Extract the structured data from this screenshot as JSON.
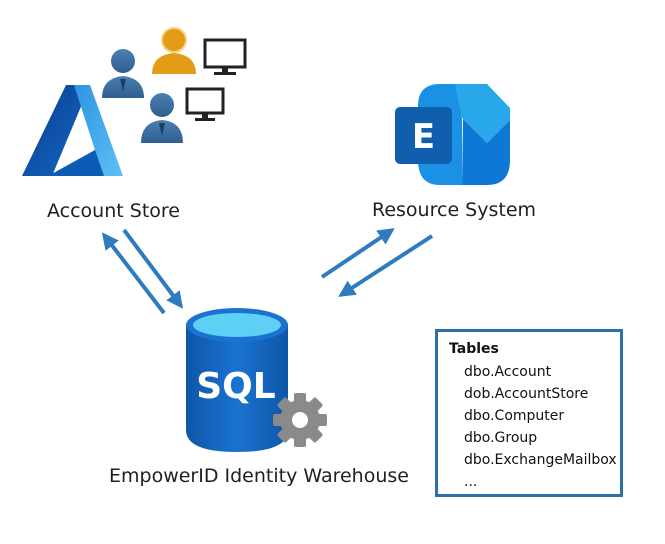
{
  "diagram": {
    "account_store_label": "Account Store",
    "resource_system_label": "Resource System",
    "warehouse_label": "EmpowerID Identity Warehouse",
    "sql_label": "SQL",
    "exchange_letter": "E",
    "colors": {
      "arrow": "#2e7bbf",
      "azure_dark": "#0b4f9c",
      "azure_light": "#3aa0e6",
      "sql_blue": "#1668c4",
      "exchange_blue": "#1a8fdf",
      "user_blue": "#3c6e9e",
      "user_orange": "#e49b17",
      "gear_gray": "#8a8a8a"
    },
    "icons": [
      "azure-logo-icon",
      "user-icon",
      "monitor-icon",
      "exchange-logo-icon",
      "sql-database-icon",
      "gear-icon"
    ]
  },
  "tables": {
    "title": "Tables",
    "items": [
      "dbo.Account",
      "dob.AccountStore",
      "dbo.Computer",
      "dbo.Group",
      "dbo.ExchangeMailbox",
      "..."
    ]
  }
}
